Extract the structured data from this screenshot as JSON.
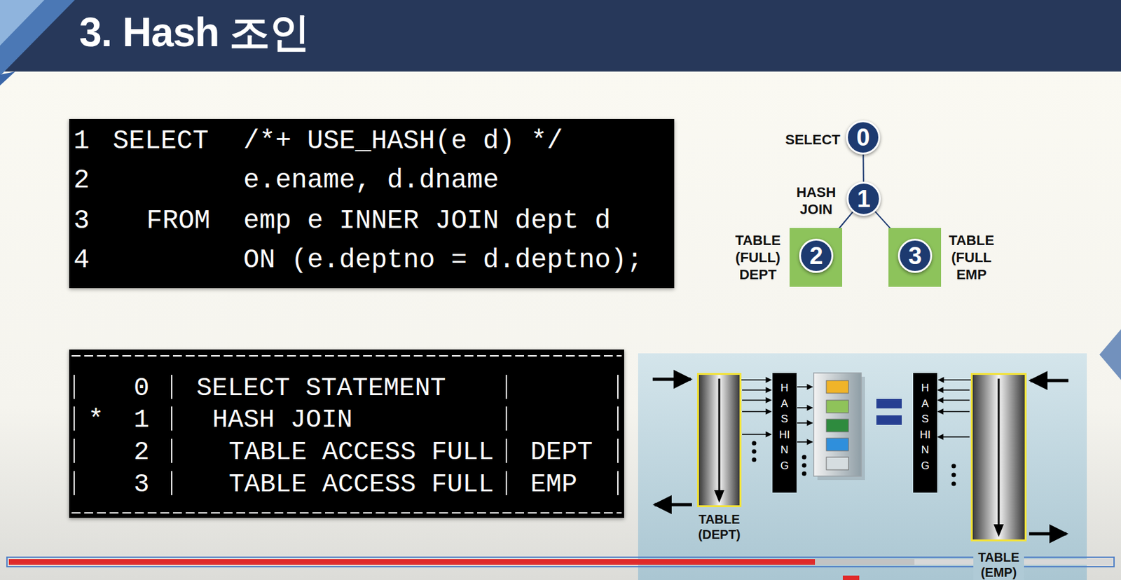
{
  "diagram": {
    "title": "3. Hash 조인",
    "nodes": [
      {
        "text": [
          "1",
          "SELECT",
          "/*+ USE_HASH(e d) */",
          "2",
          "e.ename, d.dname",
          "3",
          "FROM",
          "emp e INNER JOIN dept d",
          "4",
          "ON (e.deptno = d.deptno);"
        ]
      },
      {
        "text": [
          "SELECT",
          "0"
        ]
      },
      {
        "text": [
          "HASH JOIN",
          "1"
        ]
      },
      {
        "text": [
          "TABLE (FULL) DEPT"
        ]
      },
      {
        "text": [
          "2"
        ],
        "in": 3
      },
      {
        "text": [
          "TABLE (FULL EMP"
        ]
      },
      {
        "text": [
          "3"
        ],
        "in": 5
      },
      {
        "text": [
          "0",
          "SELECT STATEMENT",
          "*",
          "1",
          "HASH JOIN",
          "2",
          "TABLE ACCESS FULL",
          "DEPT",
          "3",
          "TABLE ACCESS FULL",
          "EMP"
        ]
      },
      {
        "text": [
          "TABLE (DEPT)"
        ]
      },
      {
        "text": [
          "HASHING"
        ]
      },
      {
        "text": [
          "HASHING"
        ]
      },
      {
        "text": [
          "TABLE (EMP)"
        ]
      }
    ],
    "edges": [
      {
        "from": 1,
        "to": 2,
        "arrow": "none"
      },
      {
        "from": 2,
        "to": 4,
        "arrow": "none"
      },
      {
        "from": 2,
        "to": 6,
        "arrow": "none"
      },
      {
        "from": 8,
        "to": 9,
        "arrow": "to"
      },
      {
        "from": 11,
        "to": 10,
        "arrow": "to"
      }
    ]
  }
}
